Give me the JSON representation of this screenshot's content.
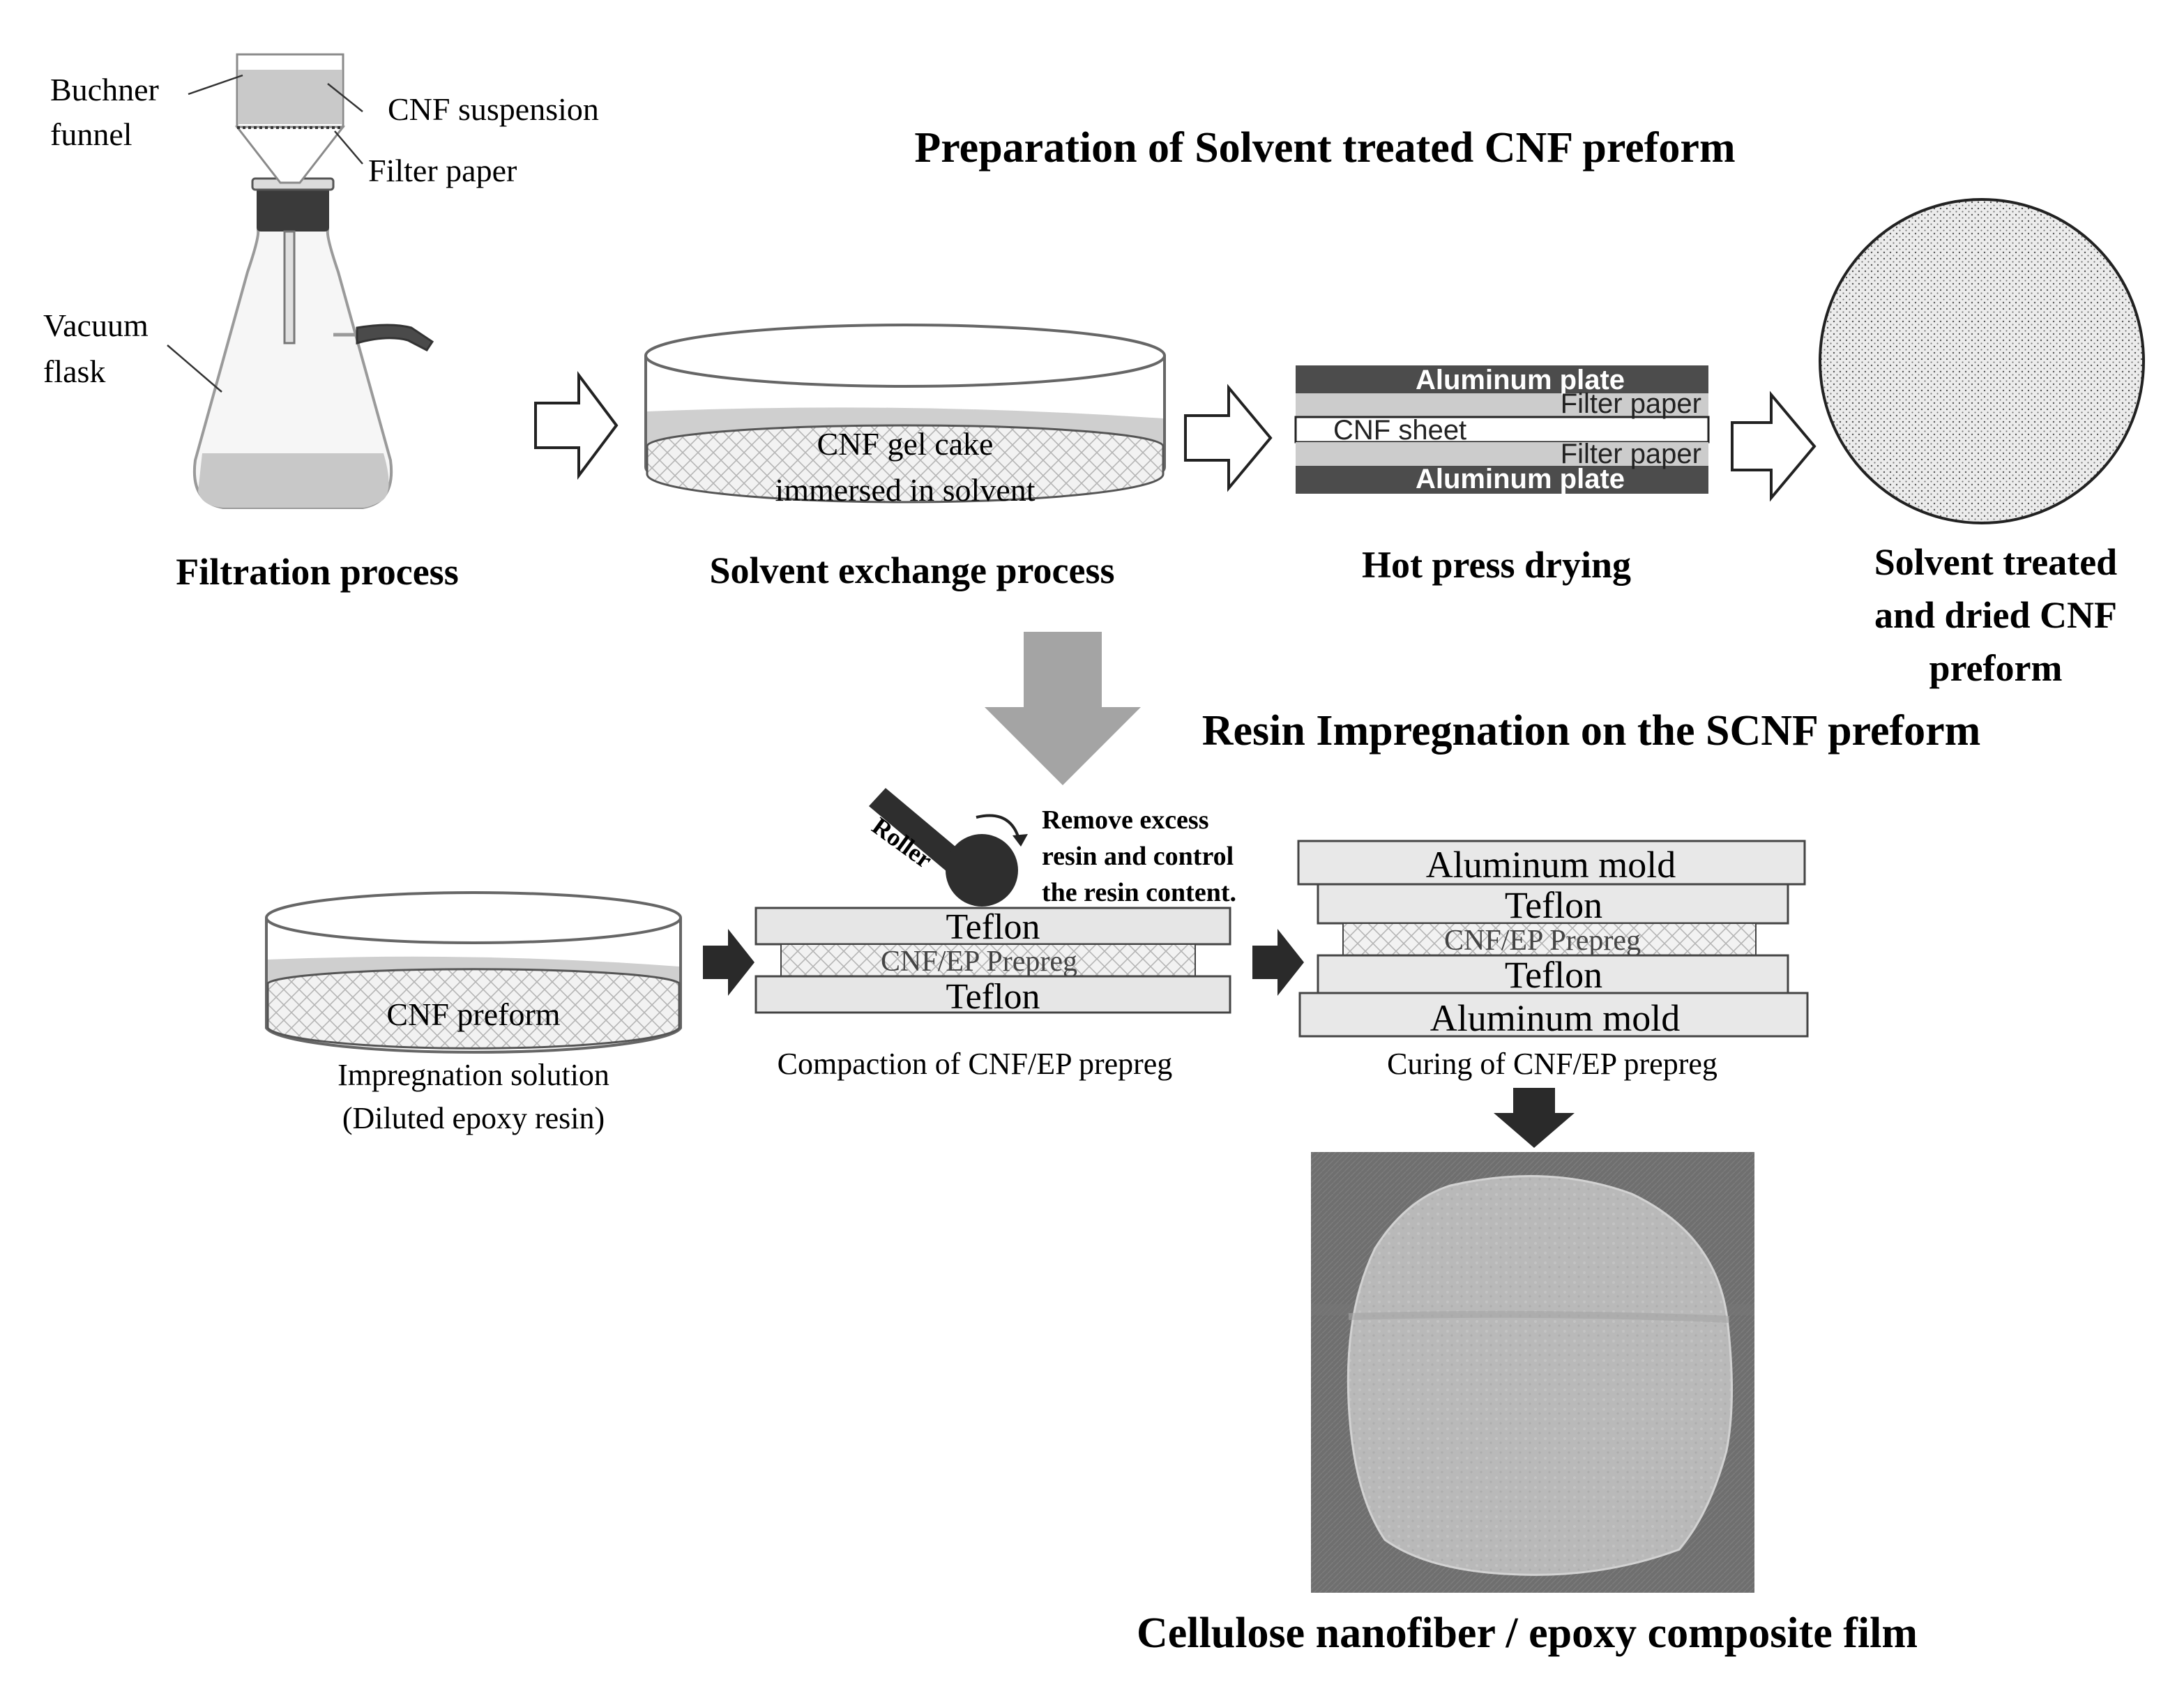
{
  "section1": {
    "title": "Preparation of Solvent treated CNF preform",
    "filtration": {
      "buchner_label_line1": "Buchner",
      "buchner_label_line2": "funnel",
      "suspension_label": "CNF suspension",
      "filter_paper_label": "Filter paper",
      "flask_label_line1": "Vacuum",
      "flask_label_line2": "flask",
      "caption": "Filtration process"
    },
    "solvent_exchange": {
      "dish_text_line1": "CNF gel cake",
      "dish_text_line2": "immersed in solvent",
      "caption": "Solvent exchange process"
    },
    "hot_press": {
      "layers": [
        "Aluminum plate",
        "Filter paper",
        "CNF sheet",
        "Filter paper",
        "Aluminum plate"
      ],
      "caption": "Hot press drying"
    },
    "preform": {
      "caption_line1": "Solvent treated",
      "caption_line2": "and dried CNF",
      "caption_line3": "preform"
    }
  },
  "section2": {
    "title": "Resin Impregnation on the SCNF preform",
    "impregnation": {
      "dish_text": "CNF preform",
      "caption_line1": "Impregnation solution",
      "caption_line2": "(Diluted epoxy resin)"
    },
    "compaction": {
      "roller_label": "Roller",
      "note_line1": "Remove excess",
      "note_line2": "resin and control",
      "note_line3": "the resin content.",
      "layers": [
        "Teflon",
        "CNF/EP Prepreg",
        "Teflon"
      ],
      "caption": "Compaction  of CNF/EP prepreg"
    },
    "curing": {
      "layers": [
        "Aluminum mold",
        "Teflon",
        "CNF/EP Prepreg",
        "Teflon",
        "Aluminum mold"
      ],
      "caption": "Curing  of CNF/EP prepreg"
    },
    "result": {
      "caption": "Cellulose nanofiber / epoxy composite film"
    }
  }
}
